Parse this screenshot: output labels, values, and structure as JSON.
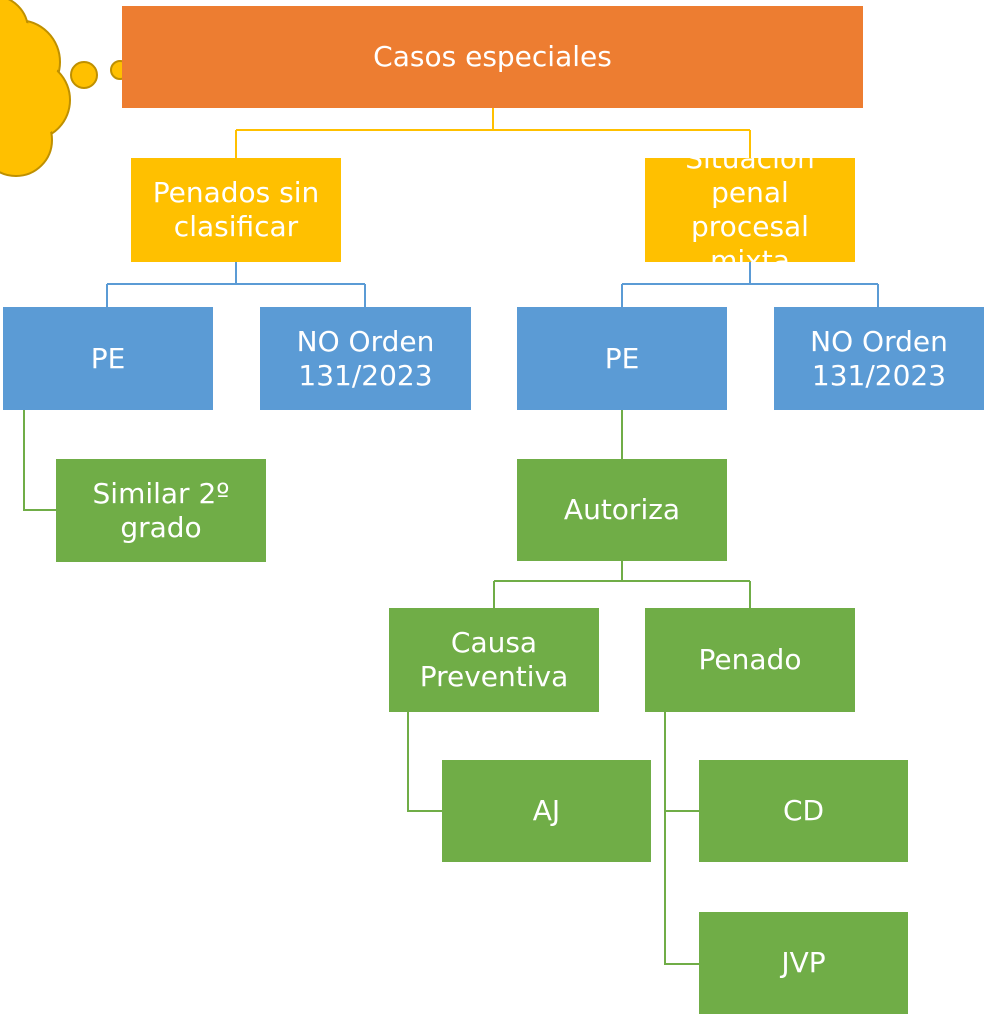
{
  "colors": {
    "root": "#ED7D31",
    "level1": "#FFC000",
    "level2": "#5B9BD5",
    "leaf": "#70AD47",
    "line_yellow": "#FFC000",
    "line_blue": "#5B9BD5",
    "line_green": "#70AD47"
  },
  "nodes": {
    "root": "Casos especiales",
    "penados_sin_clasificar": "Penados sin clasificar",
    "situacion_penal_procesal": "Situación penal procesal mixta",
    "pe_left": "PE",
    "no_orden_left": "NO Orden 131/2023",
    "pe_right": "PE",
    "no_orden_right": "NO Orden 131/2023",
    "similar_2_grado": "Similar 2º grado",
    "autoriza": "Autoriza",
    "causa_preventiva": "Causa Preventiva",
    "penado": "Penado",
    "aj": "AJ",
    "cd": "CD",
    "jvp": "JVP"
  }
}
